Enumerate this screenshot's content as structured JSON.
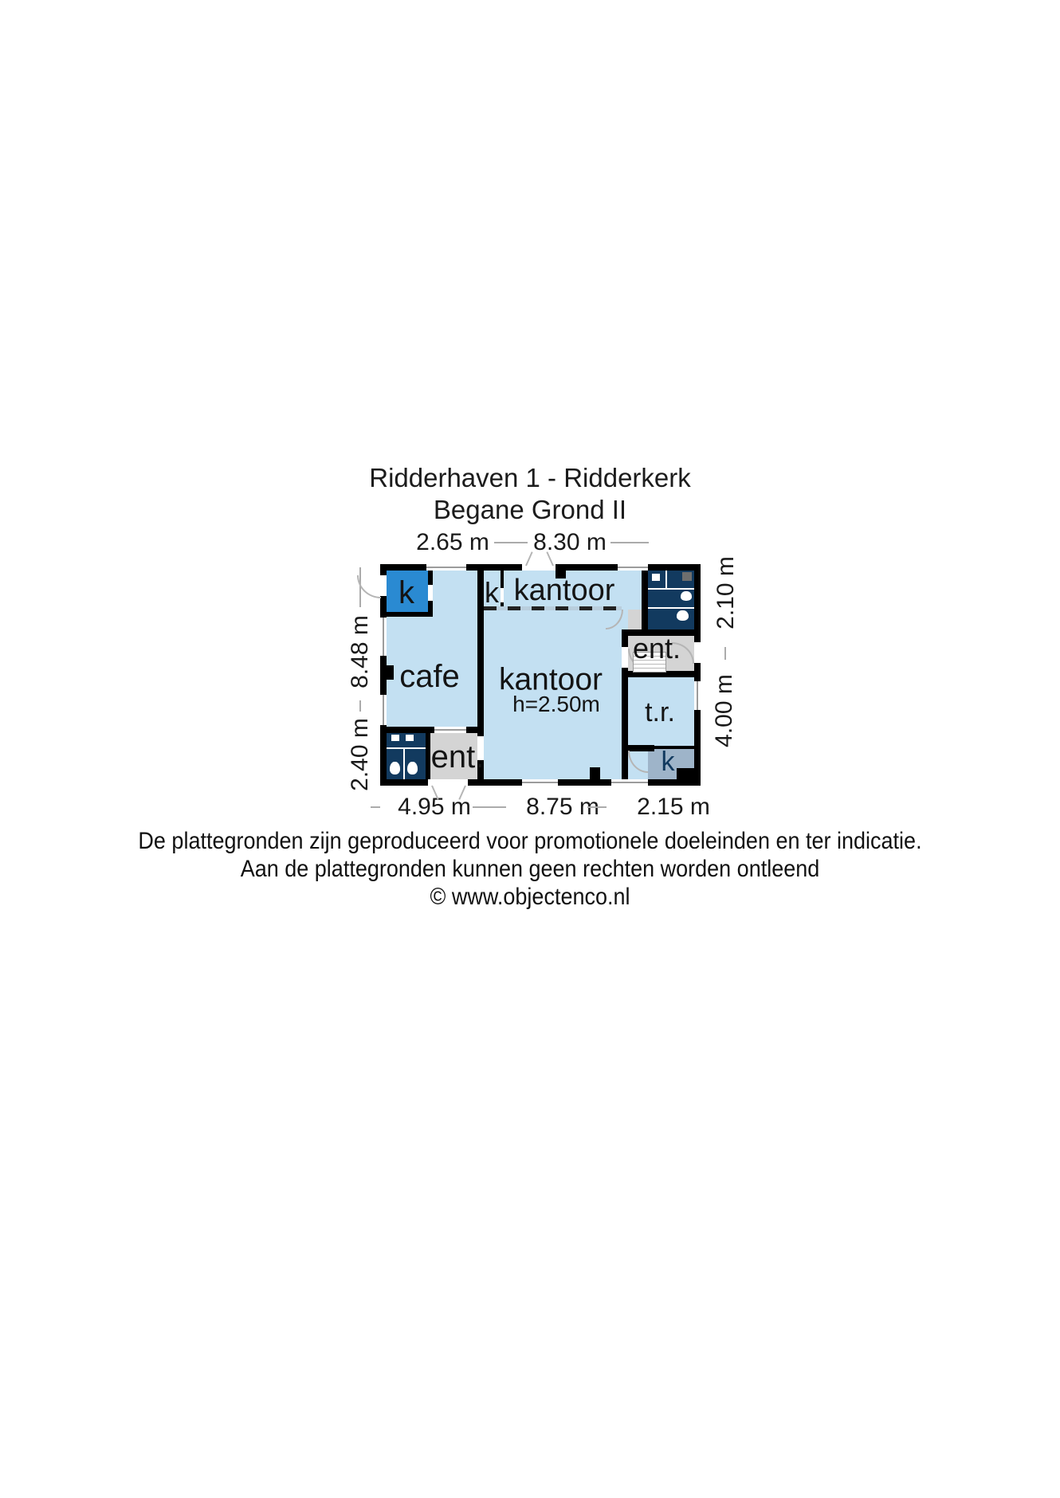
{
  "title": {
    "line1": "Ridderhaven 1 - Ridderkerk",
    "line2": "Begane Grond II"
  },
  "floorplan": {
    "rooms": {
      "kitchen_top_left": "k",
      "closet_top": "k",
      "office_top": "kantoor",
      "cafe": "cafe",
      "office_main": "kantoor",
      "office_main_height": "h=2.50m",
      "entrance_left": "ent.",
      "entrance_right": "ent.",
      "stair_room": "t.r.",
      "closet_bottom_right": "k"
    },
    "dimensions": {
      "top": [
        "2.65 m",
        "8.30 m"
      ],
      "bottom": [
        "4.95 m",
        "8.75 m",
        "2.15 m"
      ],
      "left_top_to_bottom": [
        "8.48 m",
        "2.40 m"
      ],
      "right_top_to_bottom": [
        "2.10 m",
        "4.00 m"
      ]
    },
    "colors": {
      "room_fill": "#c3e0f2",
      "kitchen_fill": "#2a8ad2",
      "sanitary_fill": "#123a5f",
      "hall_fill": "#d4d4d4",
      "closet_fill": "#9eb4c9",
      "wall": "#000000"
    }
  },
  "footer": {
    "line1": "De plattegronden zijn geproduceerd voor promotionele doeleinden en ter indicatie.",
    "line2": "Aan de plattegronden kunnen geen rechten worden ontleend",
    "line3": "© www.objectenco.nl"
  }
}
